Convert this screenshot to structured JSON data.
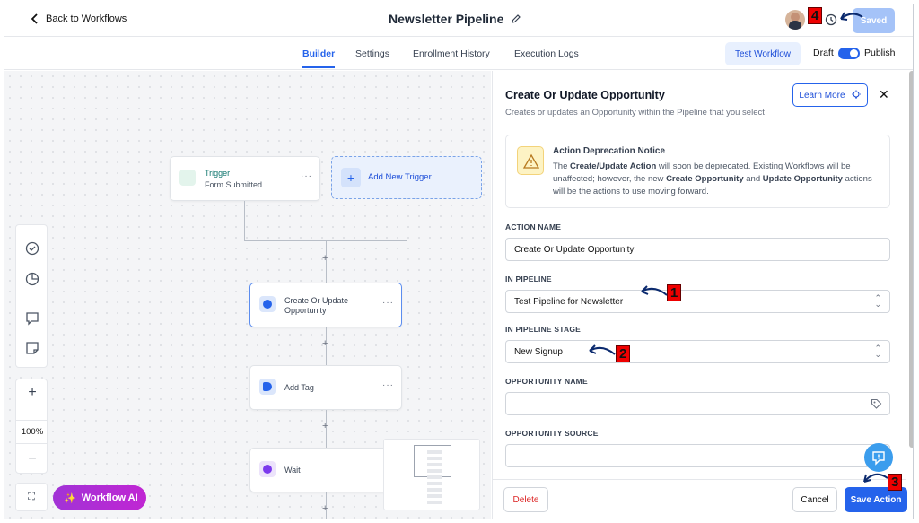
{
  "header": {
    "back_label": "Back to Workflows",
    "title": "Newsletter Pipeline",
    "saved_label": "Saved"
  },
  "tabs": [
    {
      "label": "Builder",
      "active": true
    },
    {
      "label": "Settings"
    },
    {
      "label": "Enrollment History"
    },
    {
      "label": "Execution Logs"
    }
  ],
  "toolbar": {
    "test_label": "Test Workflow",
    "draft_label": "Draft",
    "publish_label": "Publish",
    "publish_on": true
  },
  "canvas": {
    "trigger": {
      "title": "Trigger",
      "subtitle": "Form Submitted"
    },
    "add_trigger": "Add New Trigger",
    "action_node": "Create Or Update Opportunity",
    "tag_node": "Add Tag",
    "wait_node": "Wait",
    "zoom": "100%",
    "workflow_ai": "Workflow AI"
  },
  "panel": {
    "title": "Create Or Update Opportunity",
    "subtitle": "Creates or updates an Opportunity within the Pipeline that you select",
    "learn_more": "Learn More",
    "notice": {
      "title": "Action Deprecation Notice",
      "t1": "The ",
      "b1": "Create/Update Action",
      "t2": " will soon be deprecated. Existing Workflows will be unaffected; however, the new ",
      "b2": "Create Opportunity",
      "t3": " and ",
      "b3": "Update Opportunity",
      "t4": " actions will be the actions to use moving forward."
    },
    "fields": {
      "action_name_label": "ACTION NAME",
      "action_name_value": "Create Or Update Opportunity",
      "pipeline_label": "IN PIPELINE",
      "pipeline_value": "Test Pipeline for Newsletter",
      "stage_label": "IN PIPELINE STAGE",
      "stage_value": "New Signup",
      "opp_name_label": "OPPORTUNITY NAME",
      "opp_source_label": "OPPORTUNITY SOURCE"
    },
    "footer": {
      "delete_label": "Delete",
      "cancel_label": "Cancel",
      "save_label": "Save Action"
    }
  },
  "annotations": [
    "1",
    "2",
    "3",
    "4"
  ],
  "colors": {
    "primary": "#2563eb",
    "ai_gradient": "#b02dd6",
    "annotation": "#e00000"
  }
}
